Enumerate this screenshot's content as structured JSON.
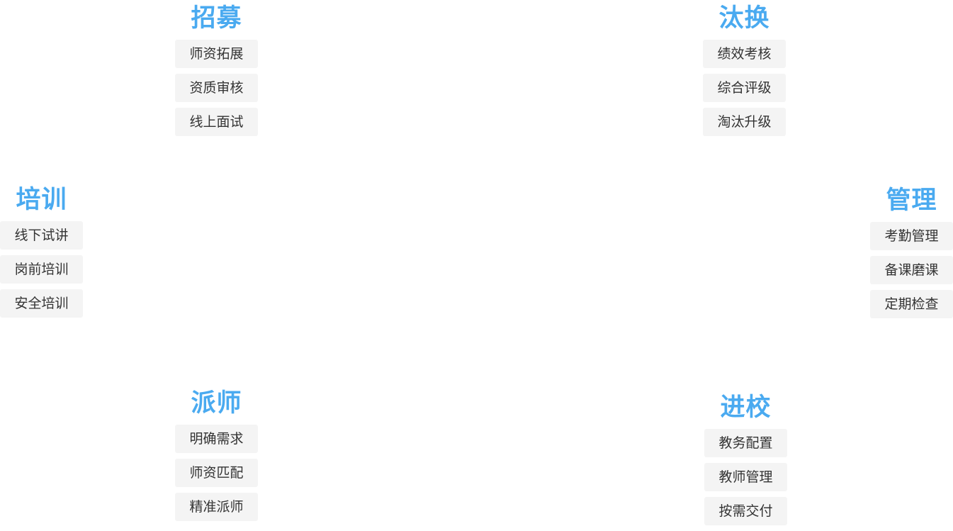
{
  "groups": {
    "zhaomu": {
      "title": "招募",
      "items": [
        "师资拓展",
        "资质审核",
        "线上面试"
      ]
    },
    "taihuan": {
      "title": "汰换",
      "items": [
        "绩效考核",
        "综合评级",
        "淘汰升级"
      ]
    },
    "peixun": {
      "title": "培训",
      "items": [
        "线下试讲",
        "岗前培训",
        "安全培训"
      ]
    },
    "guanli": {
      "title": "管理",
      "items": [
        "考勤管理",
        "备课磨课",
        "定期检查"
      ]
    },
    "paishi": {
      "title": "派师",
      "items": [
        "明确需求",
        "师资匹配",
        "精准派师"
      ]
    },
    "jinxiao": {
      "title": "进校",
      "items": [
        "教务配置",
        "教师管理",
        "按需交付"
      ]
    }
  },
  "colors": {
    "title": "#4aaaf0",
    "item_bg": "#f4f4f4",
    "item_text": "#333333"
  }
}
